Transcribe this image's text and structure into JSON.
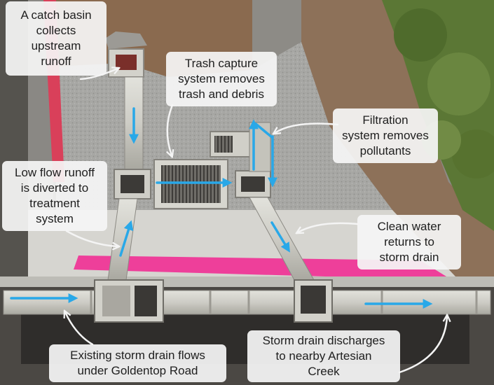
{
  "labels": {
    "catch_basin": "A catch basin\ncollects\nupstream\nrunoff",
    "trash_capture": "Trash capture\nsystem removes\ntrash and debris",
    "filtration": "Filtration\nsystem removes\npollutants",
    "low_flow": "Low flow runoff\nis diverted to\ntreatment\nsystem",
    "clean_water": "Clean water\nreturns to\nstorm drain",
    "existing_drain": "Existing storm drain flows\nunder Goldentop Road",
    "discharge": "Storm drain discharges\nto nearby Artesian\nCreek"
  },
  "colors": {
    "flow_arrow": "#29a8e8",
    "pointer_arrow": "#f4f4f4",
    "callout_bg": "#f3f3f3",
    "text": "#202020",
    "pink_curb": "#ee3f9a",
    "concrete": "#cfcfcb",
    "gravel": "#a9a9a6",
    "asphalt": "#4b4844",
    "soil": "#8b6b50",
    "trees": "#5d7a34"
  }
}
